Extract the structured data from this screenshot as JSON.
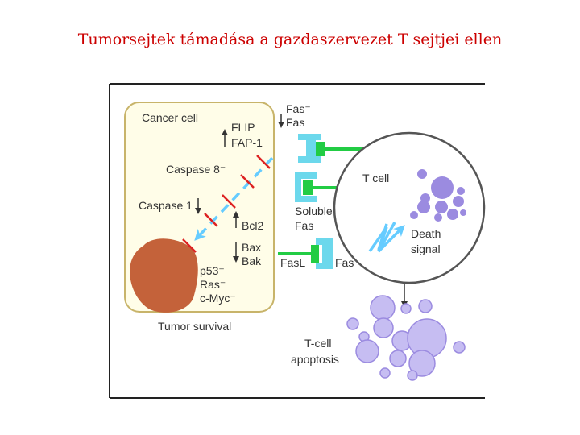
{
  "title": "Tumorsejtek támadása a gazdaszervezet T  sejtjei ellen",
  "colors": {
    "title": "#cc0000",
    "cancer_cell_fill": "#fffde8",
    "cancer_cell_border": "#c8b46a",
    "nucleus": "#c4623a",
    "receptor": "#6cd8ec",
    "ligand": "#22cc44",
    "inhibitor": "#dd2222",
    "signal_arrow": "#66ccff",
    "tcell_circle": "#555555",
    "granule_dark": "#9b8be0",
    "granule_light": "#c6bdf2"
  },
  "labels": {
    "cancer_cell": "Cancer cell",
    "flip": "FLIP",
    "fap1": "FAP-1",
    "caspase8": "Caspase 8⁻",
    "caspase1": "Caspase 1",
    "bcl2": "Bcl2",
    "bax": "Bax",
    "bak": "Bak",
    "p53": "p53⁻",
    "ras": "Ras⁻",
    "cmyc": "c-Myc⁻",
    "tumor_survival": "Tumor survival",
    "fas_minus": "Fas⁻",
    "fas_top": "Fas",
    "t_cell": "T cell",
    "soluble": "Soluble",
    "soluble_fas": "Fas",
    "death": "Death",
    "signal": "signal",
    "fasl": "FasL",
    "fas_bottom": "Fas",
    "tcell_apoptosis_1": "T-cell",
    "tcell_apoptosis_2": "apoptosis"
  }
}
